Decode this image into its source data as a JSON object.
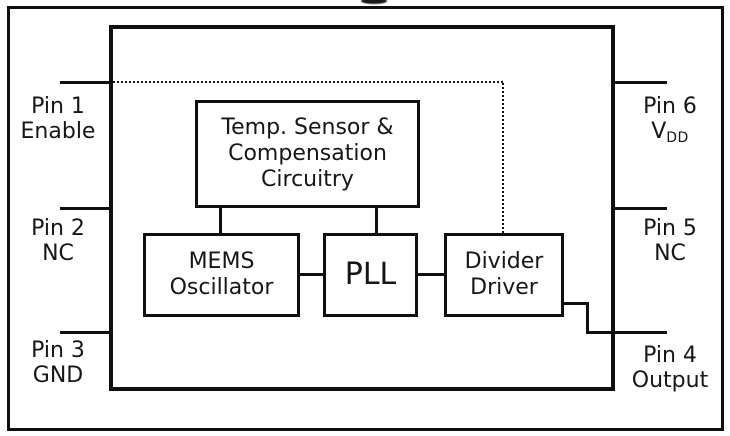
{
  "pins": {
    "left": [
      {
        "number": "Pin 1",
        "label": "Enable"
      },
      {
        "number": "Pin 2",
        "label": "NC"
      },
      {
        "number": "Pin 3",
        "label": "GND"
      }
    ],
    "right": [
      {
        "number": "Pin 6",
        "label_main": "V",
        "label_sub": "DD"
      },
      {
        "number": "Pin 5",
        "label": "NC"
      },
      {
        "number": "Pin 4",
        "label": "Output"
      }
    ]
  },
  "blocks": {
    "temp_sensor": {
      "lines": [
        "Temp. Sensor &",
        "Compensation",
        "Circuitry"
      ]
    },
    "mems_oscillator": {
      "lines": [
        "MEMS",
        "Oscillator"
      ]
    },
    "pll": {
      "label": "PLL"
    },
    "divider_driver": {
      "lines": [
        "Divider",
        "Driver"
      ]
    }
  },
  "colors": {
    "line": "#0f0f0f",
    "background": "#ffffff",
    "text": "#161616"
  }
}
